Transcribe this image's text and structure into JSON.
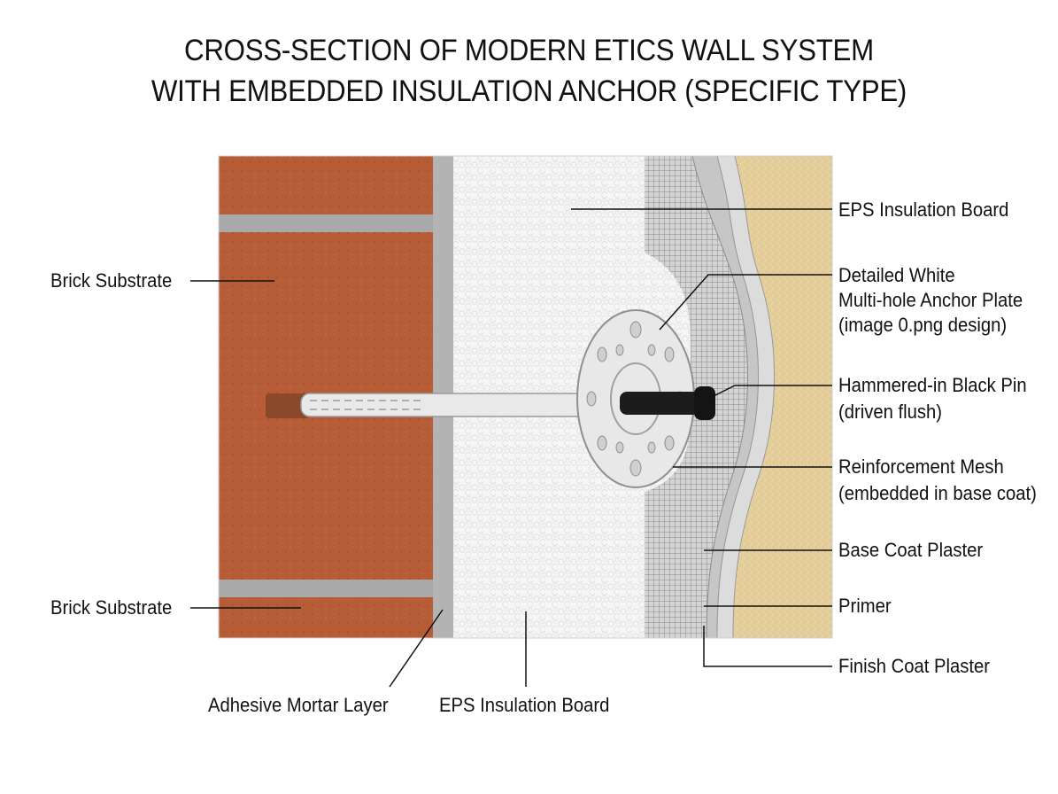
{
  "title": {
    "line1": "CROSS-SECTION OF MODERN ETICS WALL SYSTEM",
    "line2": "WITH EMBEDDED INSULATION ANCHOR (SPECIFIC TYPE)"
  },
  "labels": {
    "eps_top": "EPS Insulation Board",
    "plate_l1": "Detailed White",
    "plate_l2": "Multi-hole Anchor Plate",
    "plate_l3": "(image 0.png design)",
    "pin_l1": "Hammered-in Black Pin",
    "pin_l2": "(driven flush)",
    "mesh_l1": "Reinforcement Mesh",
    "mesh_l2": "(embedded in base coat)",
    "base_coat": "Base Coat Plaster",
    "primer": "Primer",
    "finish_coat": "Finish Coat Plaster",
    "brick_top": "Brick Substrate",
    "brick_bottom": "Brick Substrate",
    "adhesive": "Adhesive Mortar Layer",
    "eps_bottom": "EPS Insulation Board"
  },
  "colors": {
    "brick": "#b35a35",
    "mortar": "#a9a9a9",
    "eps": "#f4f4f4",
    "base_coat": "#c9c9c9",
    "finish": "#e3cc96",
    "pin": "#1c1c1c",
    "plate": "#e8e8e8"
  }
}
